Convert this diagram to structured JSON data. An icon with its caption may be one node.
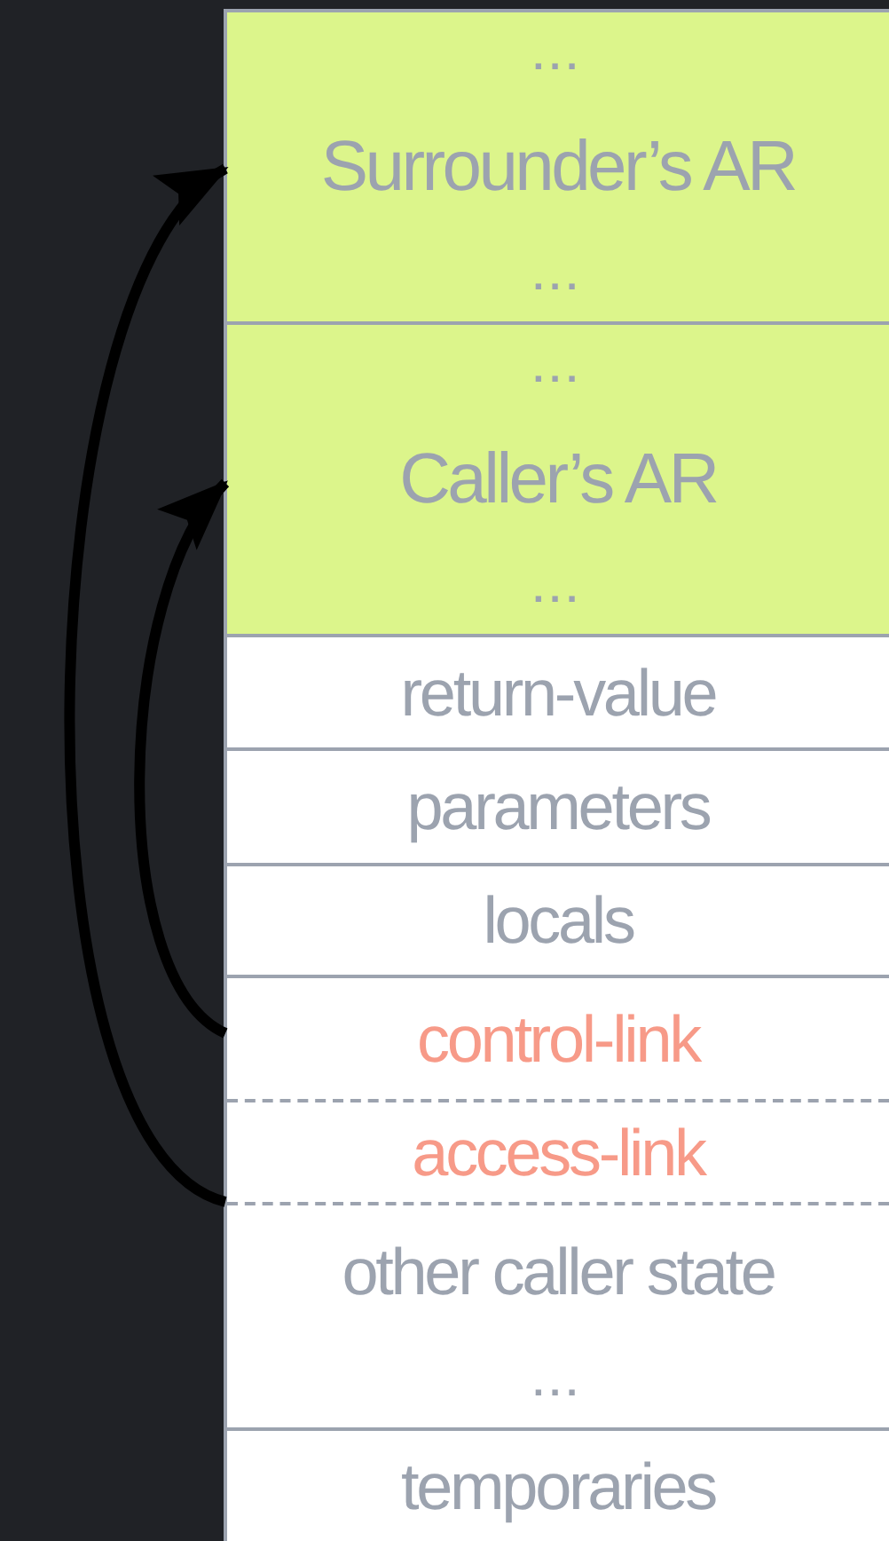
{
  "diagram": {
    "nodes": [
      {
        "text": [
          "...",
          "Surrounder’s AR",
          "..."
        ]
      },
      {
        "text": [
          "...",
          "Caller’s AR",
          "..."
        ]
      },
      {
        "text": [
          "return-value"
        ]
      },
      {
        "text": [
          "parameters"
        ]
      },
      {
        "text": [
          "locals"
        ]
      },
      {
        "text": [
          "control-link"
        ]
      },
      {
        "text": [
          "access-link"
        ]
      },
      {
        "text": [
          "other caller state",
          "..."
        ]
      },
      {
        "text": [
          "temporaries"
        ]
      }
    ],
    "edges": [
      {
        "from": 5,
        "to": 1,
        "arrow": "to"
      },
      {
        "from": 6,
        "to": 0,
        "arrow": "to"
      }
    ]
  }
}
